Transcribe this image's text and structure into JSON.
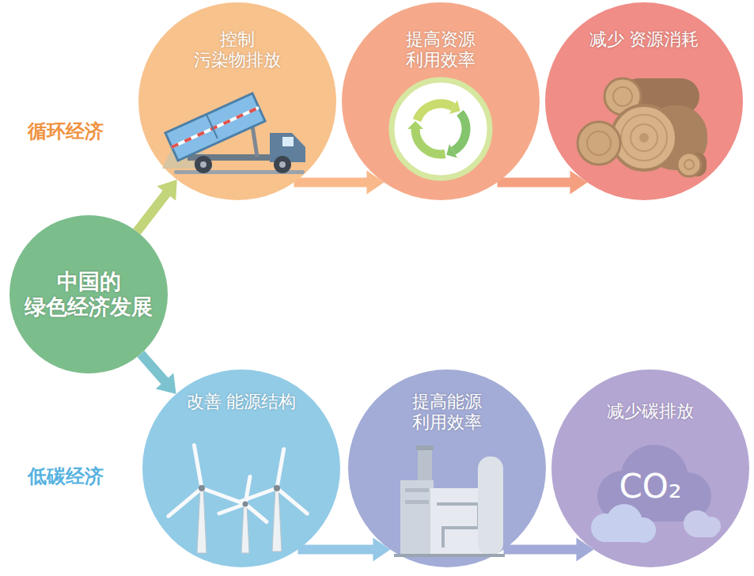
{
  "diagram": {
    "nodes": [
      {
        "text": [
          "中国的 绿色经济发展"
        ]
      },
      {
        "text": [
          "控制 污染物排放"
        ]
      },
      {
        "text": [
          "提高资源 利用效率"
        ]
      },
      {
        "text": [
          "减少 资源消耗"
        ]
      },
      {
        "text": [
          "改善 能源结构"
        ]
      },
      {
        "text": [
          "提高能源 利用效率"
        ]
      },
      {
        "text": [
          "减少碳排放"
        ]
      }
    ],
    "edges": [
      {
        "from": 0,
        "to": 1,
        "arrow": "to"
      },
      {
        "from": 1,
        "to": 2,
        "arrow": "to"
      },
      {
        "from": 2,
        "to": 3,
        "arrow": "to"
      },
      {
        "from": 0,
        "to": 4,
        "arrow": "to"
      },
      {
        "from": 4,
        "to": 5,
        "arrow": "to"
      },
      {
        "from": 5,
        "to": 6,
        "arrow": "to"
      }
    ],
    "labels": [
      "循环经济",
      "低碳经济",
      "CO₂"
    ]
  }
}
